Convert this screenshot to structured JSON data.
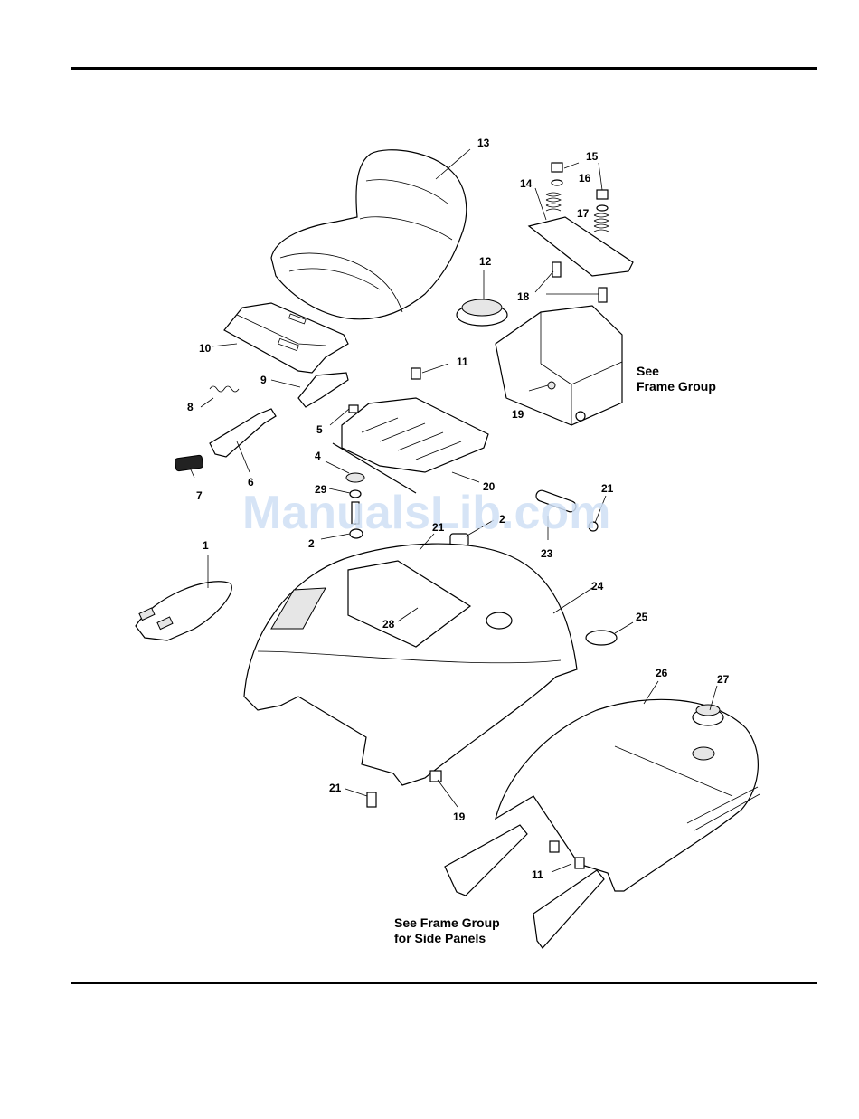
{
  "watermark": "ManualsLib.com",
  "notes": {
    "frame_group_top_line1": "See",
    "frame_group_top_line2": "Frame Group",
    "frame_group_bottom_line1": "See Frame Group",
    "frame_group_bottom_line2": "for Side Panels"
  },
  "callouts": {
    "c1": "1",
    "c2a": "2",
    "c2b": "2",
    "c4": "4",
    "c5": "5",
    "c6": "6",
    "c7": "7",
    "c8": "8",
    "c9": "9",
    "c10": "10",
    "c11a": "11",
    "c11b": "11",
    "c12": "12",
    "c13": "13",
    "c14": "14",
    "c15": "15",
    "c16": "16",
    "c17": "17",
    "c18": "18",
    "c19a": "19",
    "c19b": "19",
    "c20": "20",
    "c21a": "21",
    "c21b": "21",
    "c21c": "21",
    "c23": "23",
    "c24": "24",
    "c25": "25",
    "c26": "26",
    "c27": "27",
    "c28": "28",
    "c29": "29"
  }
}
